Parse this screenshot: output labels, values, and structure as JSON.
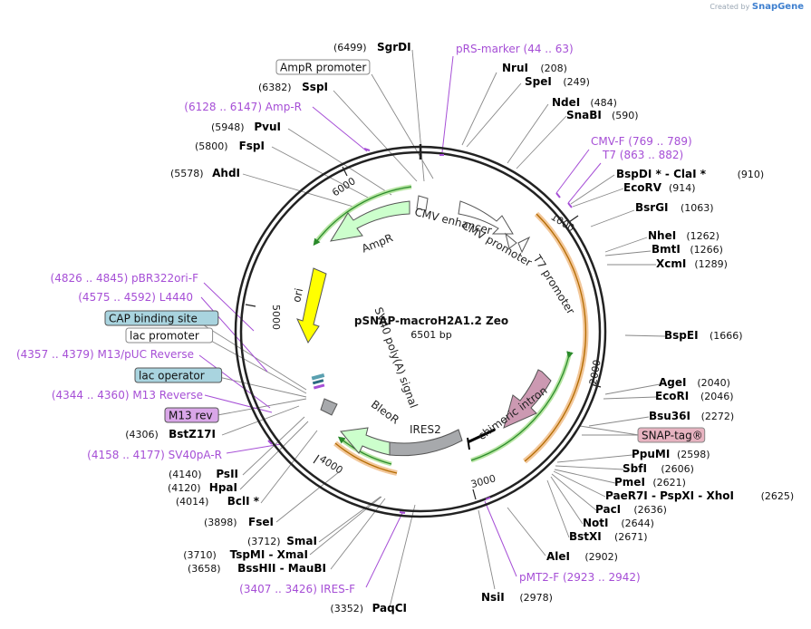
{
  "plasmid": {
    "name": "pSNAP-macroH2A1.2 Zeo",
    "size": "6501 bp"
  },
  "credit": {
    "prefix": "Created by",
    "brand": "SnapGene"
  },
  "ruler_ticks": [
    "1000",
    "2000",
    "3000",
    "4000",
    "5000",
    "6000"
  ],
  "features": [
    {
      "id": "ampr",
      "label": "AmpR",
      "color": "#ccffcc"
    },
    {
      "id": "ampr-promoter",
      "label": "",
      "color": "#ffffff"
    },
    {
      "id": "cmv-enhancer",
      "label": "CMV enhancer",
      "color": "#ffffff"
    },
    {
      "id": "cmv-promoter",
      "label": "CMV promoter",
      "color": "#ffffff"
    },
    {
      "id": "t7-promoter",
      "label": "T7 promoter",
      "color": "#ffffff"
    },
    {
      "id": "chimeric-intron",
      "label": "chimeric intron",
      "color": "#cc99b2"
    },
    {
      "id": "ires2",
      "label": "IRES2",
      "color": "#a7a9ac"
    },
    {
      "id": "bleor",
      "label": "BleoR",
      "color": "#ccffcc"
    },
    {
      "id": "sv40-polya",
      "label": "SV40 poly(A) signal",
      "color": "#a7a9ac"
    },
    {
      "id": "ori",
      "label": "ori",
      "color": "#ffff00"
    }
  ],
  "labels": {
    "top": [
      {
        "pos": "(6499)",
        "name": "SgrDI"
      }
    ],
    "right": [
      {
        "name": "NruI",
        "pos": "(208)"
      },
      {
        "name": "SpeI",
        "pos": "(249)"
      },
      {
        "name": "NdeI",
        "pos": "(484)"
      },
      {
        "name": "SnaBI",
        "pos": "(590)"
      },
      {
        "name": "BspDI * - ClaI *",
        "pos": "(910)"
      },
      {
        "name": "EcoRV",
        "pos": "(914)"
      },
      {
        "name": "BsrGI",
        "pos": "(1063)"
      },
      {
        "name": "NheI",
        "pos": "(1262)"
      },
      {
        "name": "BmtI",
        "pos": "(1266)"
      },
      {
        "name": "XcmI",
        "pos": "(1289)"
      },
      {
        "name": "BspEI",
        "pos": "(1666)"
      },
      {
        "name": "AgeI",
        "pos": "(2040)"
      },
      {
        "name": "EcoRI",
        "pos": "(2046)"
      },
      {
        "name": "Bsu36I",
        "pos": "(2272)"
      },
      {
        "name": "PpuMI",
        "pos": "(2598)"
      },
      {
        "name": "SbfI",
        "pos": "(2606)"
      },
      {
        "name": "PmeI",
        "pos": "(2621)"
      },
      {
        "name": "PaeR7I - PspXI - XhoI",
        "pos": "(2625)"
      },
      {
        "name": "PacI",
        "pos": "(2636)"
      },
      {
        "name": "NotI",
        "pos": "(2644)"
      },
      {
        "name": "BstXI",
        "pos": "(2671)"
      },
      {
        "name": "AleI",
        "pos": "(2902)"
      },
      {
        "name": "NsiI",
        "pos": "(2978)"
      }
    ],
    "left": [
      {
        "pos": "(6382)",
        "name": "SspI"
      },
      {
        "pos": "(5948)",
        "name": "PvuI"
      },
      {
        "pos": "(5800)",
        "name": "FspI"
      },
      {
        "pos": "(5578)",
        "name": "AhdI"
      },
      {
        "pos": "(4306)",
        "name": "BstZ17I"
      },
      {
        "pos": "(4140)",
        "name": "PsII"
      },
      {
        "pos": "(4120)",
        "name": "HpaI"
      },
      {
        "pos": "(4014)",
        "name": "BclI *"
      },
      {
        "pos": "(3898)",
        "name": "FseI"
      },
      {
        "pos": "(3712)",
        "name": "SmaI"
      },
      {
        "pos": "(3710)",
        "name": "TspMI - XmaI"
      },
      {
        "pos": "(3658)",
        "name": "BssHII - MauBI"
      },
      {
        "pos": "(3352)",
        "name": "PaqCI"
      }
    ],
    "primers": [
      {
        "text": "pRS-marker  (44 .. 63)"
      },
      {
        "text": "(6128 .. 6147)  Amp-R"
      },
      {
        "text": "CMV-F  (769 .. 789)"
      },
      {
        "text": "T7  (863 .. 882)"
      },
      {
        "text": "(4826 .. 4845)  pBR322ori-F"
      },
      {
        "text": "(4575 .. 4592)  L4440"
      },
      {
        "text": "(4357 .. 4379)  M13/pUC Reverse"
      },
      {
        "text": "(4344 .. 4360)  M13 Reverse"
      },
      {
        "text": "(4158 .. 4177)  SV40pA-R"
      },
      {
        "text": "(3407 .. 3426)  IRES-F"
      },
      {
        "text": "pMT2-F  (2923 .. 2942)"
      }
    ],
    "boxes": [
      {
        "text": "AmpR promoter"
      },
      {
        "text": "CAP binding site"
      },
      {
        "text": "lac promoter"
      },
      {
        "text": "lac operator"
      },
      {
        "text": "M13 rev"
      },
      {
        "text": "SNAP-tag®"
      }
    ]
  }
}
